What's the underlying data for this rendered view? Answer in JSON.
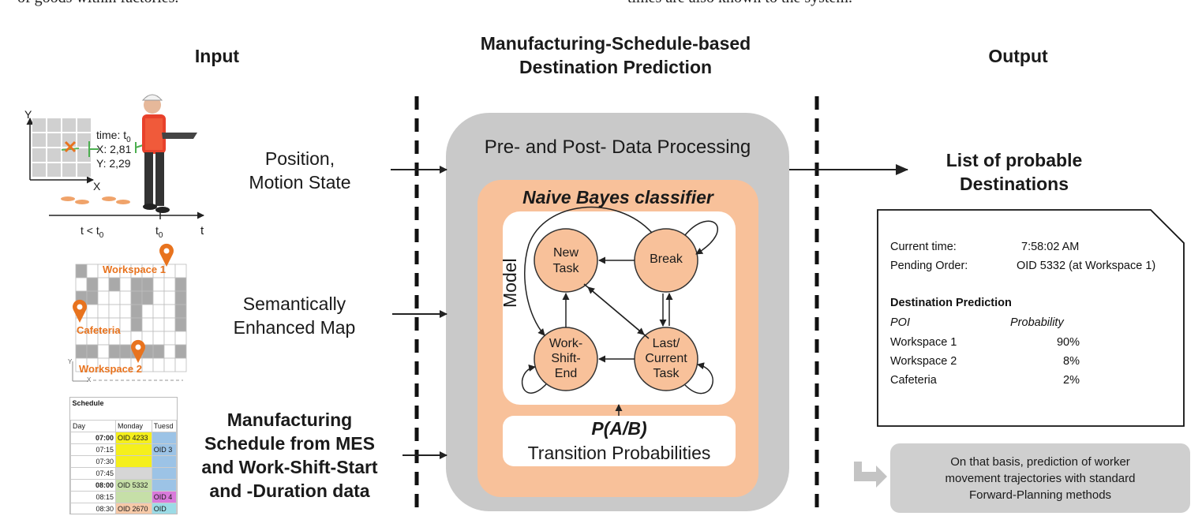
{
  "top_snippets": {
    "left": "of goods within factories.",
    "right": "times are also known to the system."
  },
  "headers": {
    "input": "Input",
    "middle_line1": "Manufacturing-Schedule-based",
    "middle_line2": "Destination Prediction",
    "output": "Output"
  },
  "inputs": {
    "position_line1": "Position,",
    "position_line2": "Motion State",
    "map_line1": "Semantically",
    "map_line2": "Enhanced Map",
    "schedule_line1": "Manufacturing",
    "schedule_line2": "Schedule from MES",
    "schedule_line3": "and Work-Shift-Start",
    "schedule_line4": "and -Duration data"
  },
  "position_figure": {
    "axis_y": "Y",
    "axis_x": "X",
    "axis_t": "t",
    "t_less": "t < t",
    "t_less_sub": "0",
    "t0": "t",
    "t0_sub": "0",
    "time_label": "time: t",
    "time_sub": "0",
    "x_val": "X: 2,81",
    "y_val": "Y: 2,29"
  },
  "map_figure": {
    "poi1": "Workspace 1",
    "poi2": "Cafeteria",
    "poi3": "Workspace 2",
    "axis_y": "Y",
    "axis_x": "X"
  },
  "schedule_figure": {
    "title": "Schedule",
    "col_day": "Day",
    "col_monday": "Monday",
    "col_tuesday": "Tuesd",
    "rows": [
      {
        "time": "07:00",
        "bold": true,
        "mon": "OID 4233",
        "tue": ""
      },
      {
        "time": "07:15",
        "bold": false,
        "mon": "",
        "tue": "OID 3"
      },
      {
        "time": "07:30",
        "bold": false,
        "mon": "",
        "tue": ""
      },
      {
        "time": "07:45",
        "bold": false,
        "mon": "",
        "tue": ""
      },
      {
        "time": "08:00",
        "bold": true,
        "mon": "OID 5332",
        "tue": ""
      },
      {
        "time": "08:15",
        "bold": false,
        "mon": "",
        "tue": "OID 4"
      },
      {
        "time": "08:30",
        "bold": false,
        "mon": "OID 2670",
        "tue": "OID"
      }
    ]
  },
  "processing": {
    "outer": "Pre- and Post- Data Processing",
    "classifier": "Naive Bayes classifier",
    "model_label": "Model",
    "prob_title": "P(A/B)",
    "prob_sub": "Transition Probabilities"
  },
  "states": {
    "new_task_l1": "New",
    "new_task_l2": "Task",
    "break": "Break",
    "work_shift_l1": "Work-",
    "work_shift_l2": "Shift-",
    "work_shift_l3": "End",
    "last_task_l1": "Last/",
    "last_task_l2": "Current",
    "last_task_l3": "Task"
  },
  "output": {
    "list_line1": "List of probable",
    "list_line2": "Destinations",
    "current_time_label": "Current time:",
    "current_time_value": "7:58:02 AM",
    "pending_label": "Pending Order:",
    "pending_value": "OID 5332 (at Workspace 1)",
    "prediction_title": "Destination Prediction",
    "col_poi": "POI",
    "col_prob": "Probability",
    "rows": [
      {
        "poi": "Workspace 1",
        "prob": "90%"
      },
      {
        "poi": "Workspace 2",
        "prob": "8%"
      },
      {
        "poi": "Cafeteria",
        "prob": "2%"
      }
    ],
    "basis_line1": "On that basis, prediction of worker",
    "basis_line2": "movement trajectories with standard",
    "basis_line3": "Forward-Planning methods"
  },
  "colors": {
    "orange_fill": "#f8c19a",
    "orange_marker": "#e8731e",
    "gray_box": "#c9c9c9",
    "node_stroke": "#333333"
  }
}
